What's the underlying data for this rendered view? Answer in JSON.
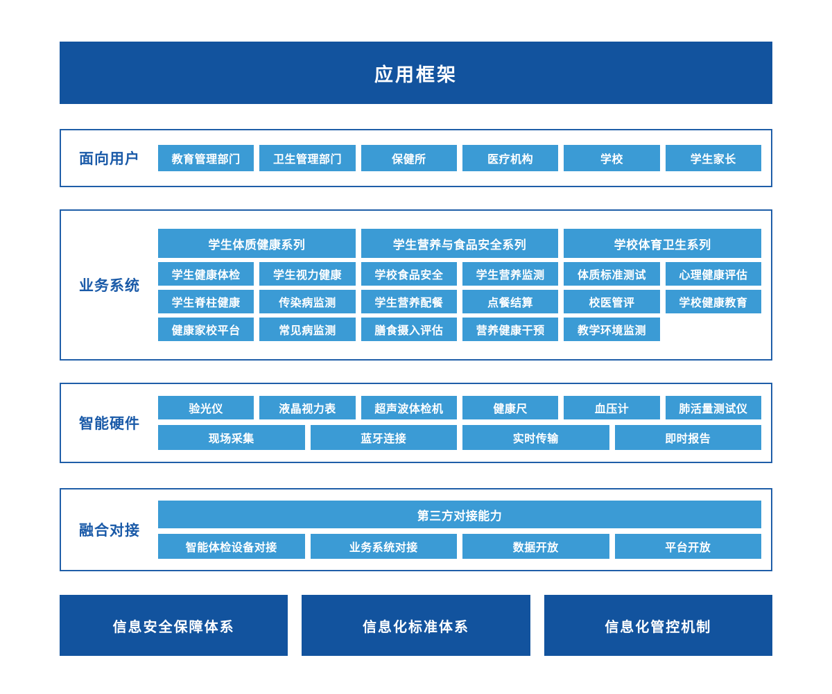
{
  "header": {
    "title": "应用框架"
  },
  "sections": [
    {
      "id": "users",
      "label": "面向用户",
      "items": [
        "教育管理部门",
        "卫生管理部门",
        "保健所",
        "医疗机构",
        "学校",
        "学生家长"
      ]
    },
    {
      "id": "business",
      "label": "业务系统",
      "groups": [
        "学生体质健康系列",
        "学生营养与食品安全系列",
        "学校体育卫生系列"
      ],
      "rows": [
        [
          "学生健康体检",
          "学生视力健康",
          "学校食品安全",
          "学生营养监测",
          "体质标准测试",
          "心理健康评估"
        ],
        [
          "学生脊柱健康",
          "传染病监测",
          "学生营养配餐",
          "点餐结算",
          "校医管评",
          "学校健康教育"
        ],
        [
          "健康家校平台",
          "常见病监测",
          "膳食摄入评估",
          "营养健康干预",
          "教学环境监测",
          ""
        ]
      ]
    },
    {
      "id": "hardware",
      "label": "智能硬件",
      "devices": [
        "验光仪",
        "液晶视力表",
        "超声波体检机",
        "健康尺",
        "血压计",
        "肺活量测试仪"
      ],
      "capabilities": [
        "现场采集",
        "蓝牙连接",
        "实时传输",
        "即时报告"
      ]
    },
    {
      "id": "integration",
      "label": "融合对接",
      "banner": "第三方对接能力",
      "items": [
        "智能体检设备对接",
        "业务系统对接",
        "数据开放",
        "平台开放"
      ]
    }
  ],
  "pillars": [
    "信息安全保障体系",
    "信息化标准体系",
    "信息化管控机制"
  ],
  "colors": {
    "dark_blue": "#12539e",
    "chip_blue": "#3b9bd5",
    "border_blue": "#1f5ea8",
    "label_blue": "#1a5aa8",
    "background": "#ffffff"
  }
}
